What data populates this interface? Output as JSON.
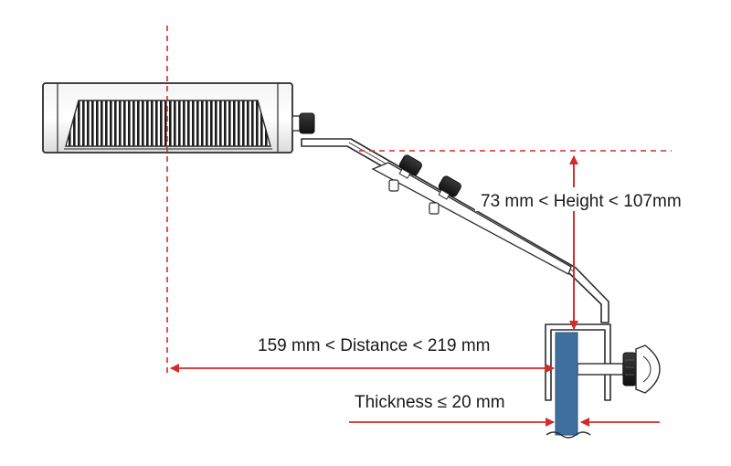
{
  "labels": {
    "height": "73 mm < Height < 107mm",
    "distance": "159 mm < Distance < 219 mm",
    "thickness": "Thickness ≤ 20 mm"
  },
  "colors": {
    "dimension_red": "#d42a2a",
    "glass_blue": "#3f6f9f",
    "outline": "#2b2b2b"
  }
}
